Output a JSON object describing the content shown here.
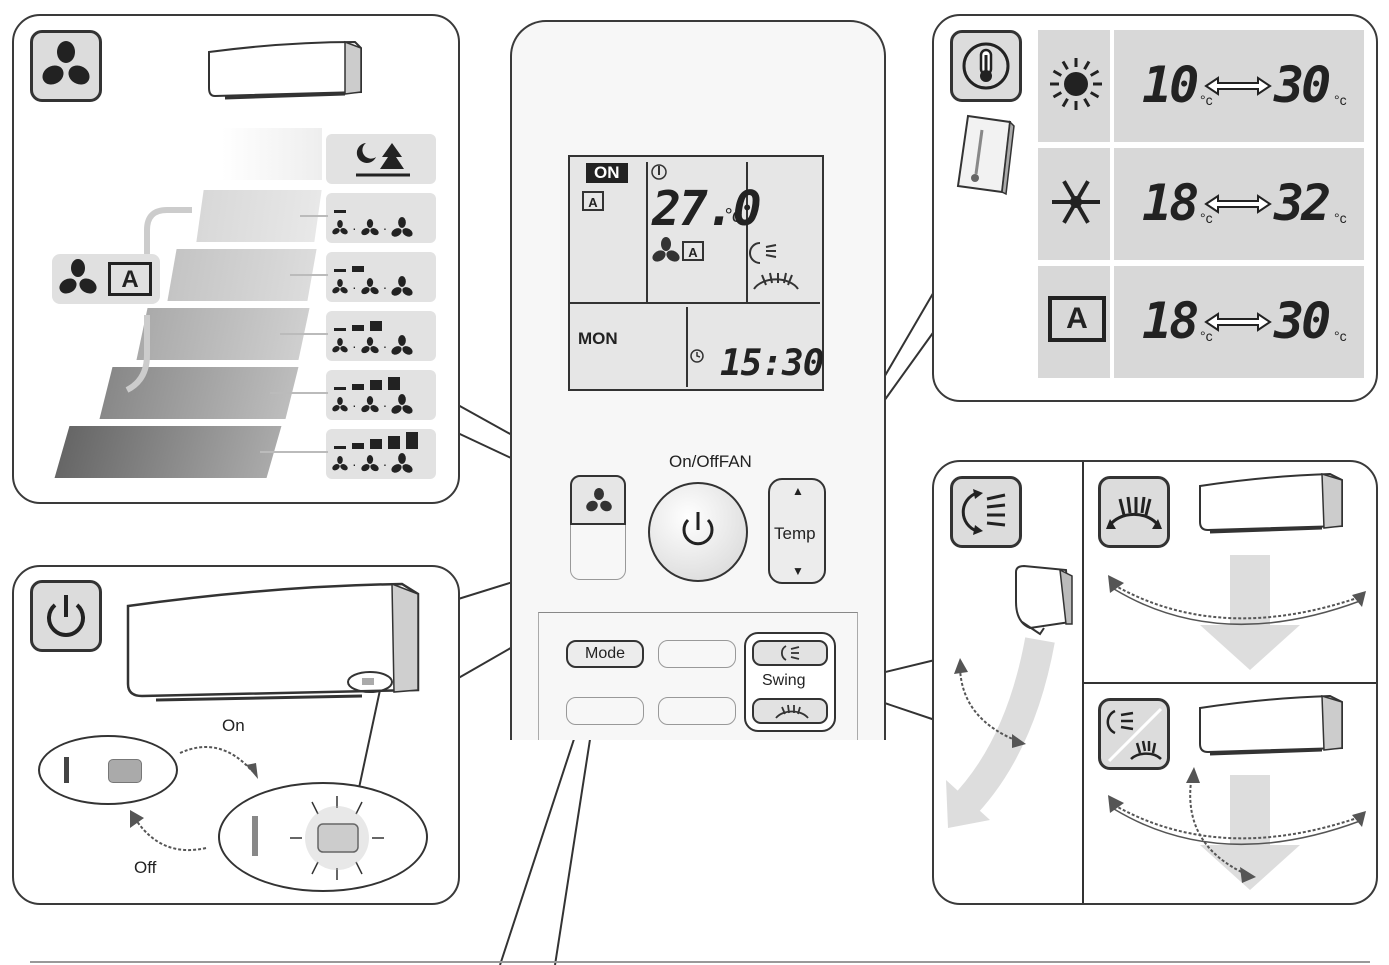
{
  "remote": {
    "lcd": {
      "on_badge": "ON",
      "temperature": "27.0",
      "unit": "°c",
      "day": "MON",
      "time": "15:30"
    },
    "buttons": {
      "on_off_fan_label": "On/OffFAN",
      "temp_label": "Temp",
      "mode_label": "Mode",
      "swing_label": "Swing"
    }
  },
  "temperature_panel": {
    "rows": [
      {
        "mode": "heat",
        "min": "10",
        "max": "30",
        "unit": "°c"
      },
      {
        "mode": "cool",
        "min": "18",
        "max": "32",
        "unit": "°c"
      },
      {
        "mode": "auto",
        "min": "18",
        "max": "30",
        "unit": "°c"
      }
    ]
  },
  "power_panel": {
    "on_label": "On",
    "off_label": "Off"
  },
  "fan_panel": {
    "auto_label": "A",
    "levels": [
      {
        "level": "quiet",
        "bars": 0
      },
      {
        "level": "1",
        "bars": 1
      },
      {
        "level": "2",
        "bars": 2
      },
      {
        "level": "3",
        "bars": 3
      },
      {
        "level": "4",
        "bars": 4
      },
      {
        "level": "5",
        "bars": 5
      }
    ]
  },
  "colors": {
    "outline": "#3a3a3a",
    "icon_box": "#dcdcdc",
    "lcd_bg": "#e6e6e6"
  }
}
